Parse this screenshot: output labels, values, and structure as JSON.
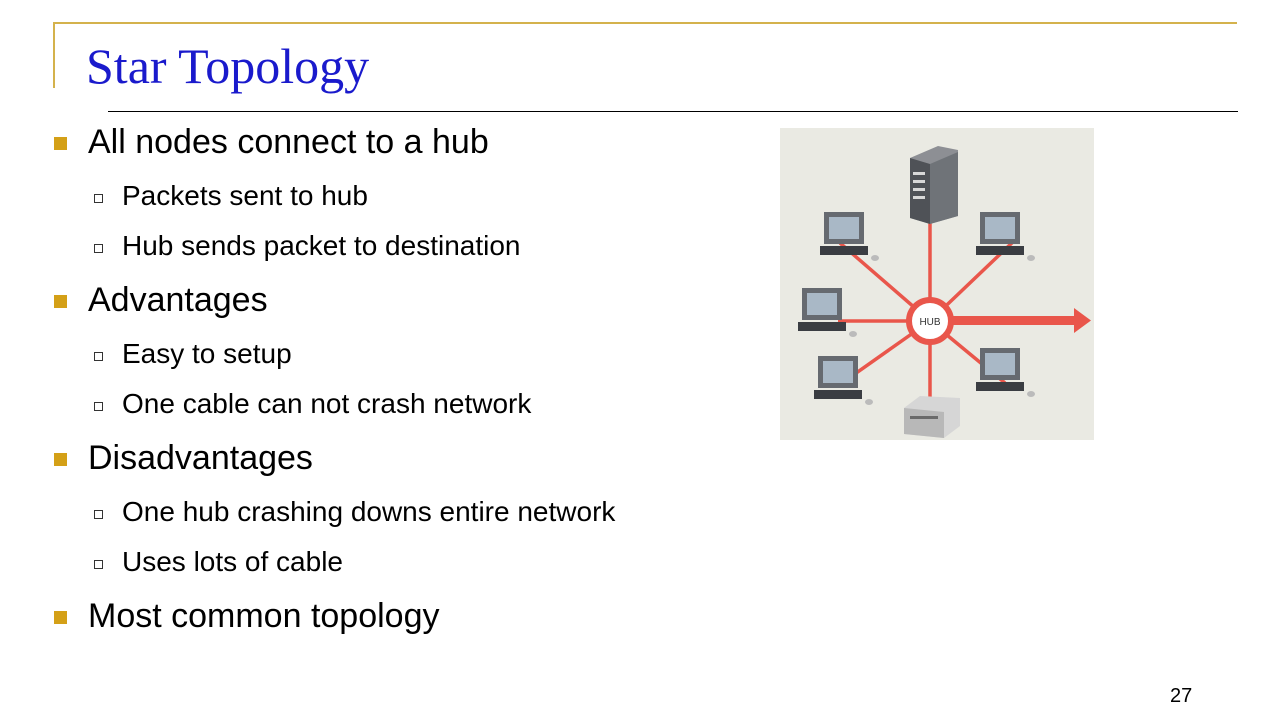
{
  "slide": {
    "title": "Star Topology",
    "page_number": "27",
    "bullets": [
      {
        "text": "All nodes connect to a hub",
        "sub": [
          "Packets sent to hub",
          "Hub sends packet to destination"
        ]
      },
      {
        "text": "Advantages",
        "sub": [
          "Easy to setup",
          "One cable can not crash network"
        ]
      },
      {
        "text": "Disadvantages",
        "sub": [
          "One hub crashing downs entire network",
          "Uses lots of cable"
        ]
      },
      {
        "text": "Most common topology",
        "sub": []
      }
    ]
  },
  "diagram": {
    "hub_label": "HUB",
    "line_color": "#e9564b",
    "hub_color": "#e9564b",
    "background": "#eaeae3"
  },
  "theme": {
    "title_color": "#1a1acc",
    "accent_gold": "#d4a017"
  }
}
